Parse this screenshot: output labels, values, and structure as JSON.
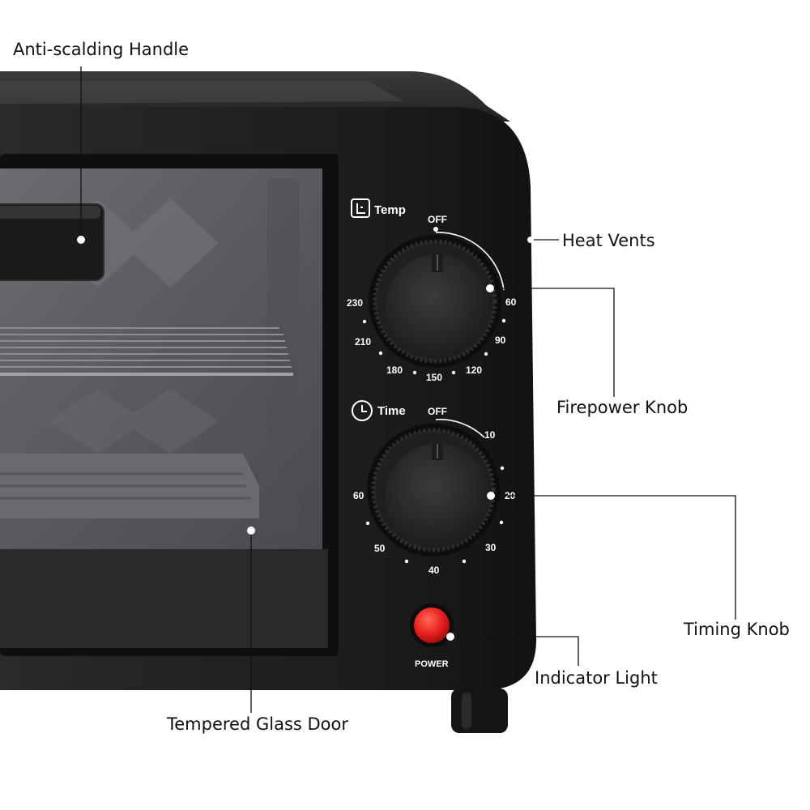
{
  "colors": {
    "oven_body": "#1c1c1d",
    "window_glass": "#5f5f62",
    "indicator": "#e51d1d",
    "label_text": "#111111",
    "leader_line": "#111111"
  },
  "labels": {
    "handle": "Anti-scalding Handle",
    "heat_vents": "Heat Vents",
    "firepower_knob": "Firepower Knob",
    "timing_knob": "Timing Knob",
    "indicator_light": "Indicator Light",
    "glass_door": "Tempered Glass Door"
  },
  "control_panel": {
    "temp_label": "Temp",
    "temp_icon": "thermometer-icon",
    "temp_scale": {
      "off": "OFF",
      "t60": "60",
      "t90": "90",
      "t120": "120",
      "t150": "150",
      "t180": "180",
      "t210": "210",
      "t230": "230"
    },
    "time_label": "Time",
    "time_icon": "clock-icon",
    "time_scale": {
      "off": "OFF",
      "m10": "10",
      "m20": "20",
      "m30": "30",
      "m40": "40",
      "m50": "50",
      "m60": "60"
    },
    "power_label": "POWER"
  }
}
